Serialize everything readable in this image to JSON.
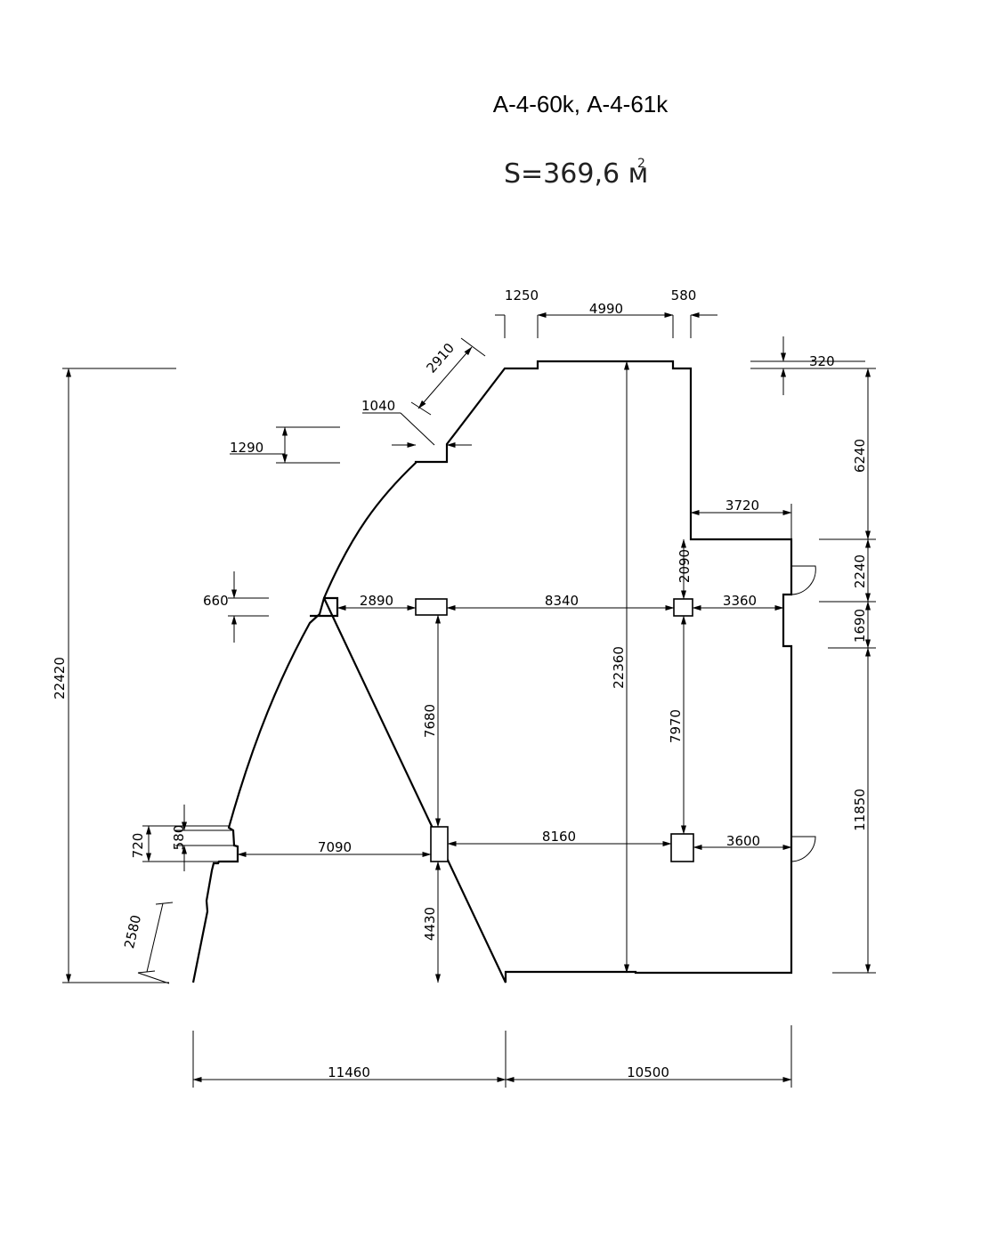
{
  "title": "А-4-60k, А-4-61k",
  "area": {
    "label": "S=369,6 м",
    "sup": "2"
  },
  "dimensions": {
    "top_1250": "1250",
    "top_4990": "4990",
    "top_580": "580",
    "top_320": "320",
    "diag_2910": "2910",
    "step_1040": "1040",
    "left_1290": "1290",
    "left_660": "660",
    "left_580": "580",
    "left_720": "720",
    "diag_2580": "2580",
    "overall_height": "22420",
    "inner_height": "22360",
    "right_6240": "6240",
    "right_2240": "2240",
    "right_1690": "1690",
    "right_11850": "11850",
    "notch_3720": "3720",
    "col_2890": "2890",
    "col_8340": "8340",
    "col_3360": "3360",
    "col_2090": "2090",
    "col_7680": "7680",
    "col_7970": "7970",
    "row_7090": "7090",
    "row_8160": "8160",
    "row_3600": "3600",
    "bottom_4430": "4430",
    "bottom_11460": "11460",
    "bottom_10500": "10500"
  }
}
